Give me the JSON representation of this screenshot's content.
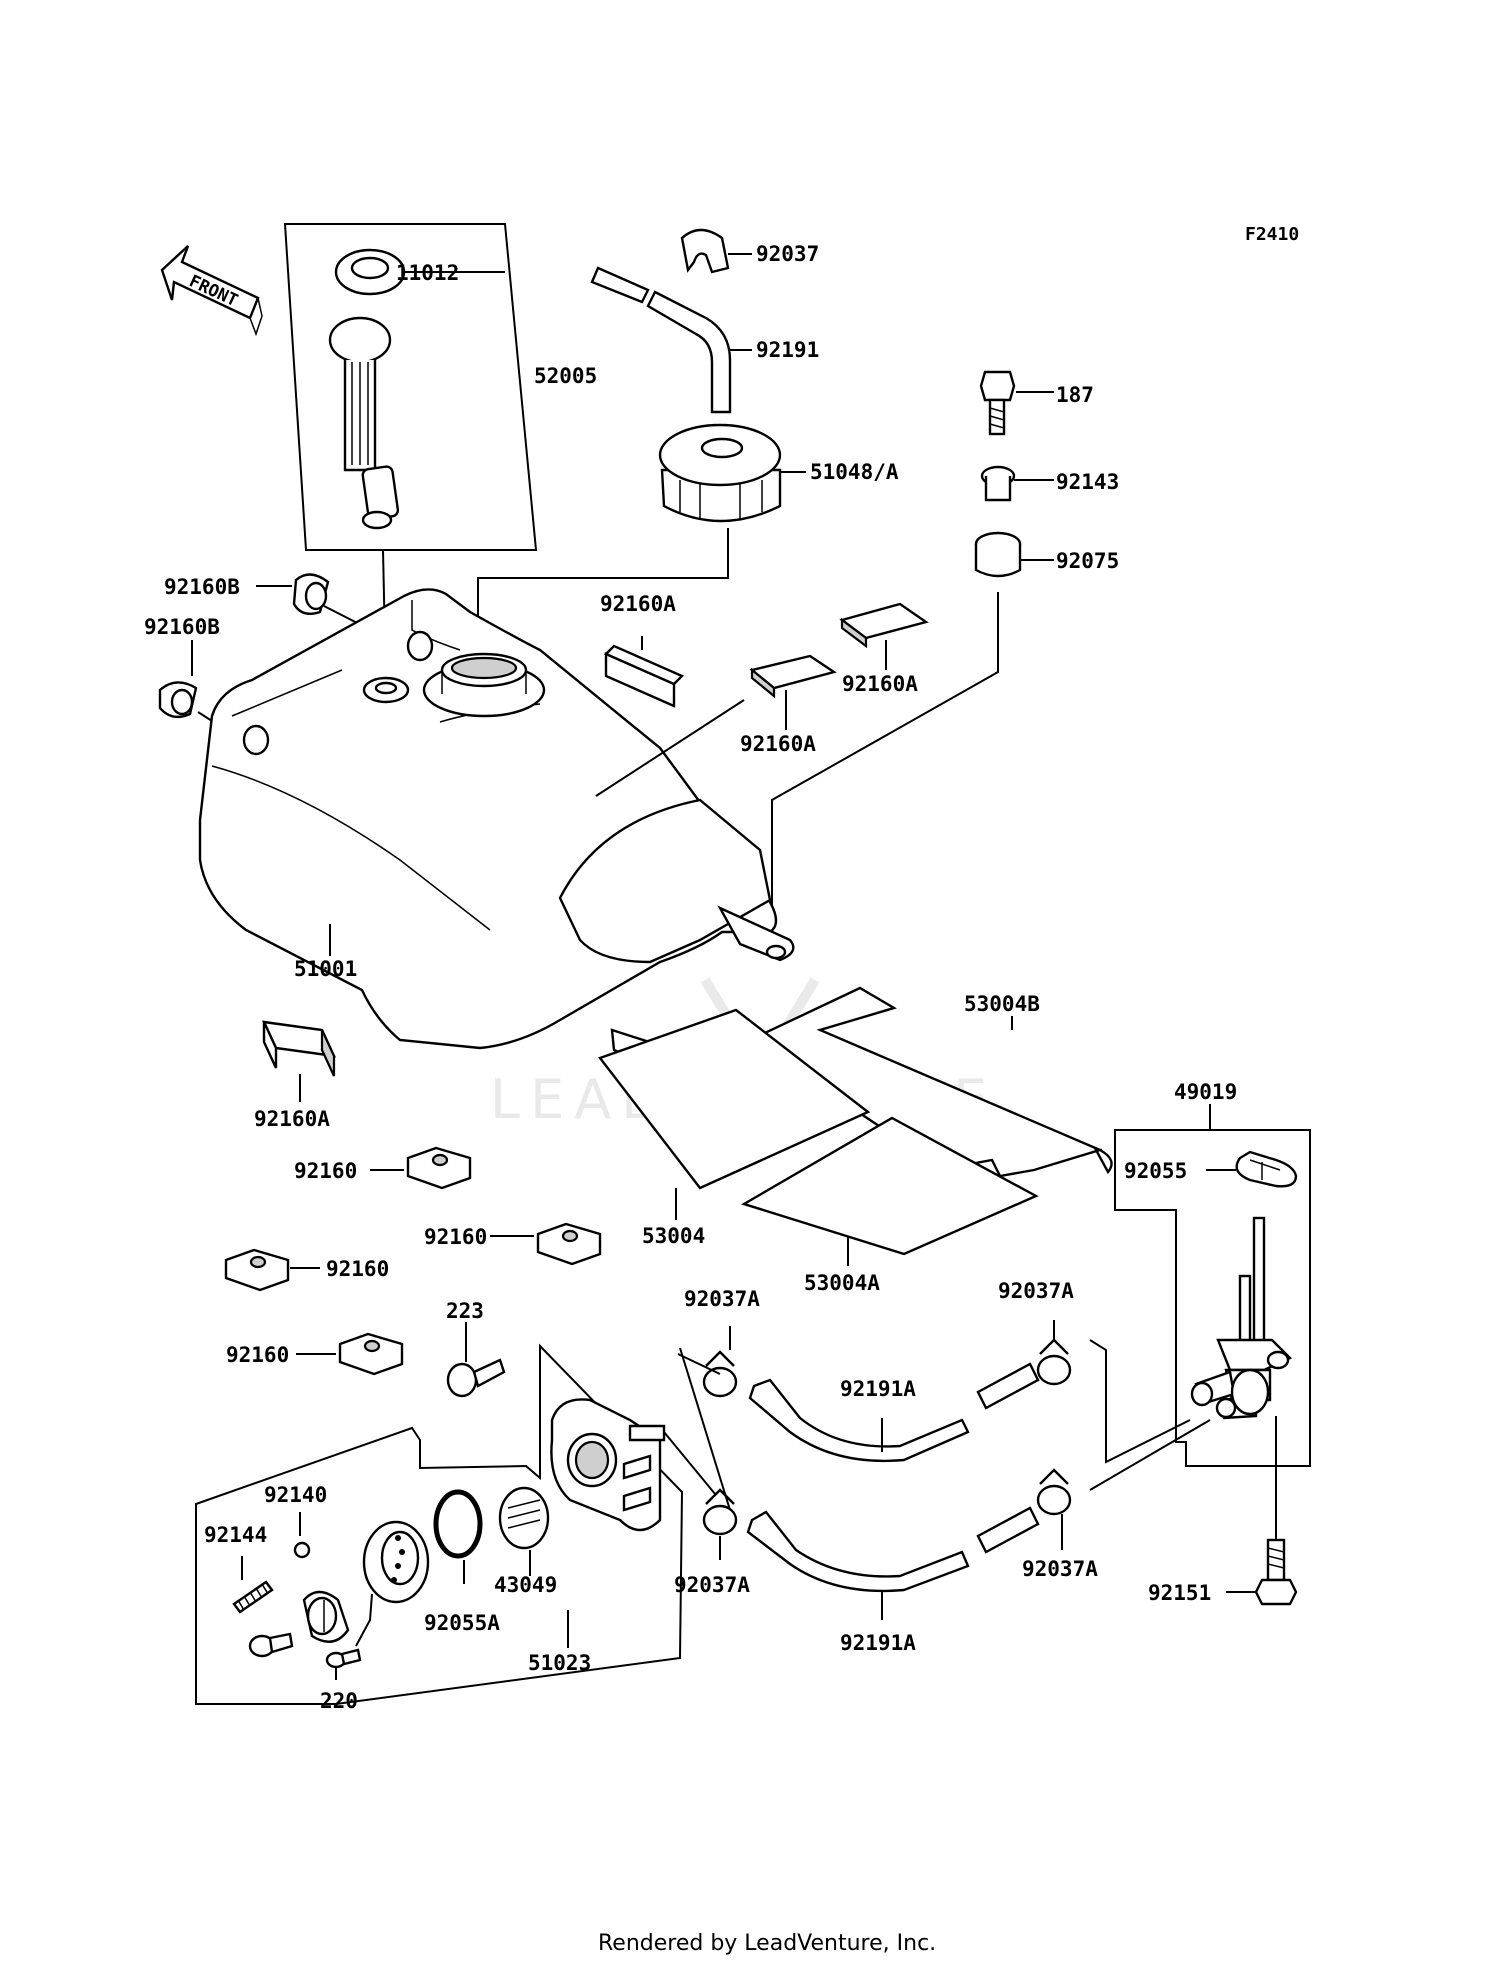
{
  "diagram": {
    "code": "F2410",
    "front_label": "FRONT",
    "watermark": "LEADVENTURE",
    "footer": "Rendered by LeadVenture, Inc."
  },
  "parts": {
    "p11012": "11012",
    "p52005": "52005",
    "p92037": "92037",
    "p92191": "92191",
    "p51048a": "51048/A",
    "p187": "187",
    "p92143": "92143",
    "p92075": "92075",
    "p92160b_1": "92160B",
    "p92160b_2": "92160B",
    "p92160a_1": "92160A",
    "p92160a_2": "92160A",
    "p92160a_3": "92160A",
    "p92160a_4": "92160A",
    "p51001": "51001",
    "p53004b": "53004B",
    "p49019": "49019",
    "p92055": "92055",
    "p92160_1": "92160",
    "p92160_2": "92160",
    "p92160_3": "92160",
    "p92160_4": "92160",
    "p53004": "53004",
    "p53004a": "53004A",
    "p223": "223",
    "p92037a_1": "92037A",
    "p92037a_2": "92037A",
    "p92037a_3": "92037A",
    "p92037a_4": "92037A",
    "p92191a_1": "92191A",
    "p92191a_2": "92191A",
    "p92140": "92140",
    "p92144": "92144",
    "p43049": "43049",
    "p92055a": "92055A",
    "p51023": "51023",
    "p220": "220",
    "p92151": "92151"
  }
}
